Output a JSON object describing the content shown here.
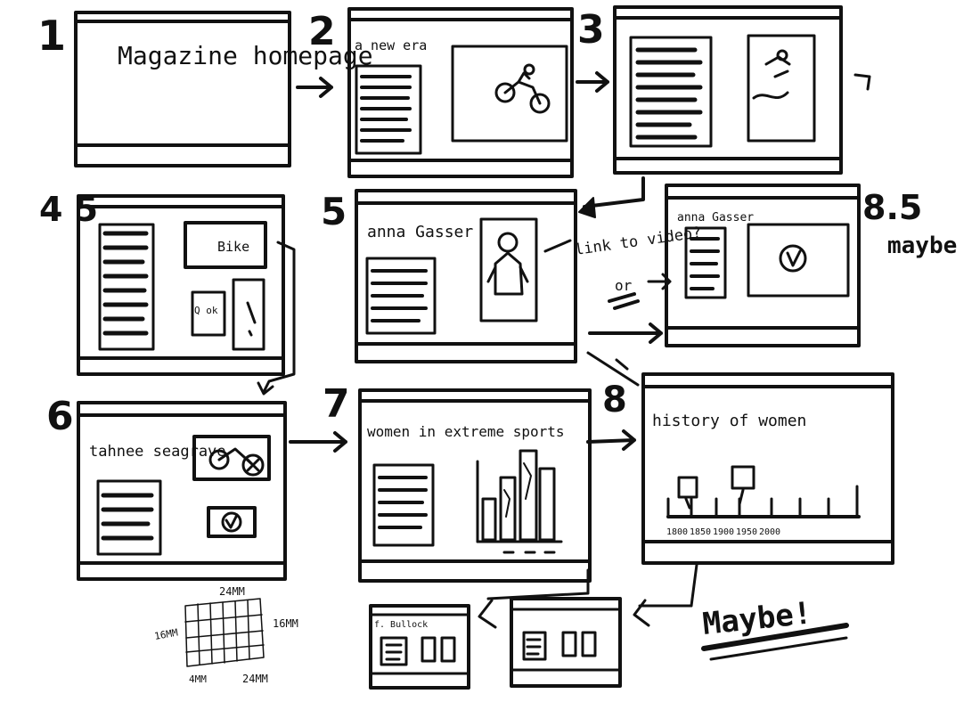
{
  "frames": [
    {
      "number": "1",
      "title": "Magazine homepage"
    },
    {
      "number": "2",
      "title": "a new era"
    },
    {
      "number": "3"
    },
    {
      "number": "4 5",
      "labels": [
        "Bike",
        "Q ok"
      ]
    },
    {
      "number": "5",
      "title": "anna Gasser"
    },
    {
      "number": "8.5",
      "title": "anna Gasser",
      "side_note": "maybe"
    },
    {
      "number": "6",
      "title": "tahnee seagrave"
    },
    {
      "number": "7",
      "title": "women in extreme sports"
    },
    {
      "number": "8",
      "title": "history of women",
      "timeline_labels": [
        "1800",
        "1850",
        "1900",
        "1950",
        "2000"
      ]
    }
  ],
  "annotations": {
    "link_question": "link to video?",
    "or_text": "or",
    "maybe_text": "Maybe!",
    "mini_frame_label": "f. Bullock"
  },
  "grid_sketch": {
    "top": "24MM",
    "left": "16MM",
    "right": "16MM",
    "bottom_left": "4MM",
    "bottom_right": "24MM"
  }
}
